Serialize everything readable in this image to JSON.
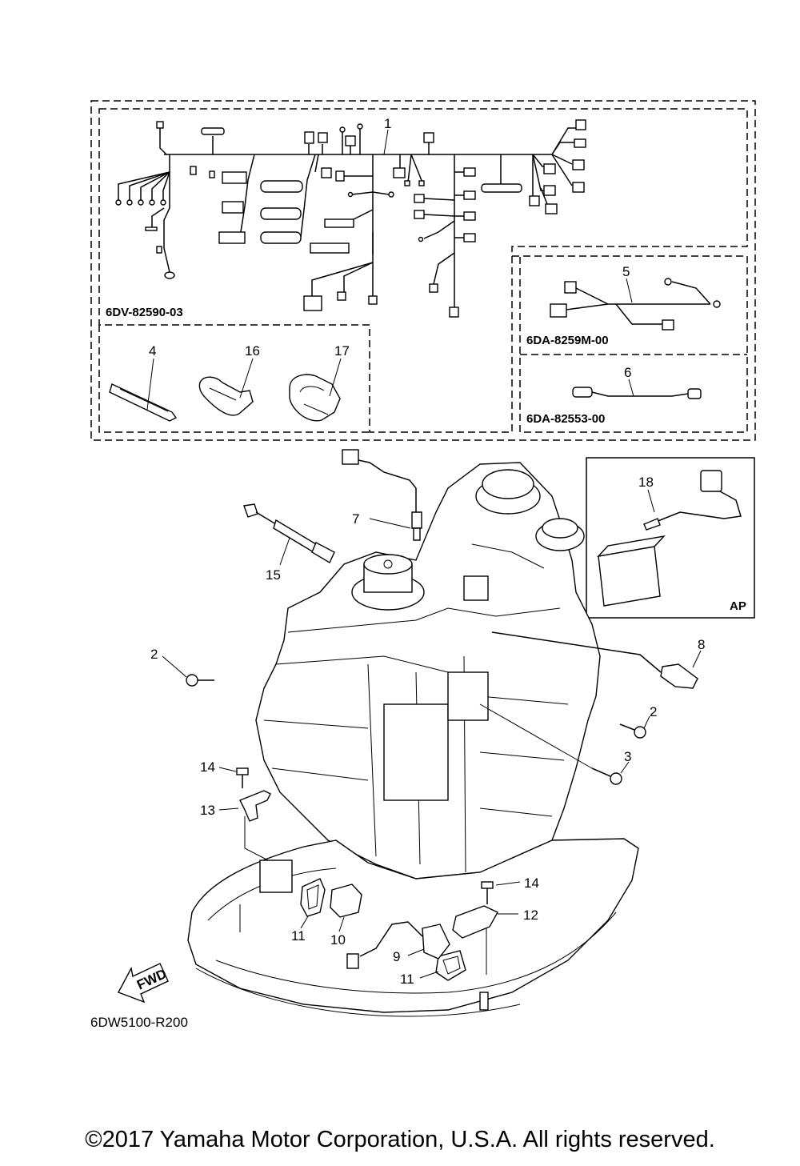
{
  "diagram_code": "6DW5100-R200",
  "copyright": "©2017 Yamaha Motor Corporation, U.S.A. All rights reserved.",
  "fwd_label": "FWD",
  "ap_label": "AP",
  "group_codes": {
    "main_harness": "6DV-82590-03",
    "sub_harness_5": "6DA-8259M-00",
    "sub_harness_6": "6DA-82553-00"
  },
  "callouts": {
    "c1": "1",
    "c2a": "2",
    "c2b": "2",
    "c3": "3",
    "c4": "4",
    "c5": "5",
    "c6": "6",
    "c7": "7",
    "c8": "8",
    "c9": "9",
    "c10": "10",
    "c11a": "11",
    "c11b": "11",
    "c12": "12",
    "c13": "13",
    "c14a": "14",
    "c14b": "14",
    "c15": "15",
    "c16": "16",
    "c17": "17",
    "c18": "18"
  }
}
